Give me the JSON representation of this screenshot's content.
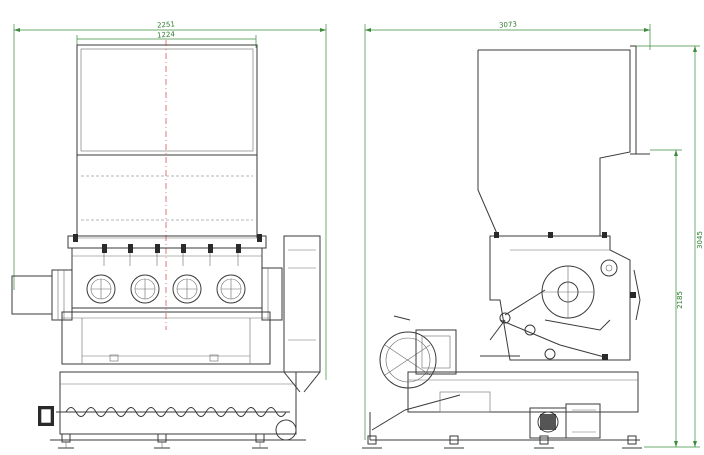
{
  "front_view": {
    "overall_width_label": "2251",
    "hopper_width_label": "1224"
  },
  "side_view": {
    "overall_depth_label": "3073",
    "overall_height_label": "3045",
    "body_height_label": "2185"
  },
  "colors": {
    "outline": "#3a3a3a",
    "dimension": "#3c8c3c",
    "centerline": "#d04040"
  }
}
